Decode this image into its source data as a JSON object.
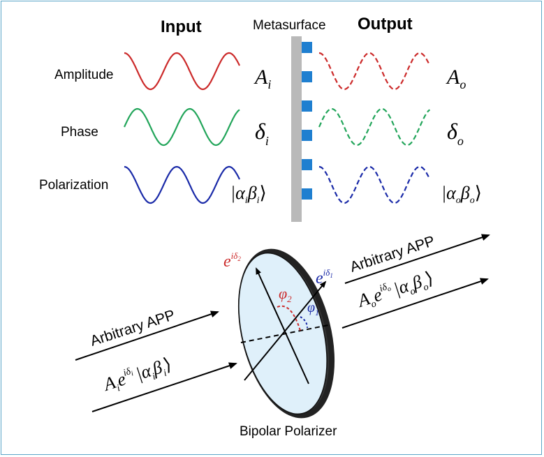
{
  "headers": {
    "input": "Input",
    "metasurface": "Metasurface",
    "output": "Output"
  },
  "rows": [
    {
      "label": "Amplitude",
      "input_symbol": "A",
      "input_sub": "i",
      "output_symbol": "A",
      "output_sub": "o",
      "color": "#cc2a2a"
    },
    {
      "label": "Phase",
      "input_symbol": "δ",
      "input_sub": "i",
      "output_symbol": "δ",
      "output_sub": "o",
      "color": "#22a55a"
    },
    {
      "label": "Polarization",
      "input_symbol": "|α",
      "input_sub": "i",
      "input_symbol2": "β",
      "input_sub2": "i",
      "input_close": "⟩",
      "output_symbol": "|α",
      "output_sub": "o",
      "output_symbol2": "β",
      "output_sub2": "o",
      "output_close": "⟩",
      "color": "#1a2aa8"
    }
  ],
  "metasurface_colors": {
    "bar": "#b9b9b9",
    "elements": "#1f7fd0"
  },
  "bottom": {
    "input_beam_label": "Arbitrary APP",
    "output_beam_label": "Arbitrary APP",
    "input_expr": {
      "A": "A",
      "A_sub": "i",
      "e": "e",
      "exp": "iδ",
      "exp_sub": "i",
      "ket": "|α",
      "ket_sub": "i",
      "beta": "β",
      "beta_sub": "i",
      "close": "⟩"
    },
    "output_expr": {
      "A": "A",
      "A_sub": "o",
      "e": "e",
      "exp": "iδ",
      "exp_sub": "o",
      "ket": "|α",
      "ket_sub": "o",
      "beta": "β",
      "beta_sub": "o",
      "close": "⟩"
    },
    "axis2_label": {
      "e": "e",
      "exp": "iδ",
      "exp_sub": "2",
      "color": "#cc2a2a"
    },
    "axis1_label": {
      "e": "e",
      "exp": "iδ",
      "exp_sub": "1",
      "color": "#1a2aa8"
    },
    "phi2": {
      "sym": "φ",
      "sub": "2",
      "color": "#cc2a2a"
    },
    "phi1": {
      "sym": "φ",
      "sub": "1",
      "color": "#1a2aa8"
    },
    "polarizer_label": "Bipolar Polarizer",
    "polarizer_fill": "#dff0fa"
  }
}
